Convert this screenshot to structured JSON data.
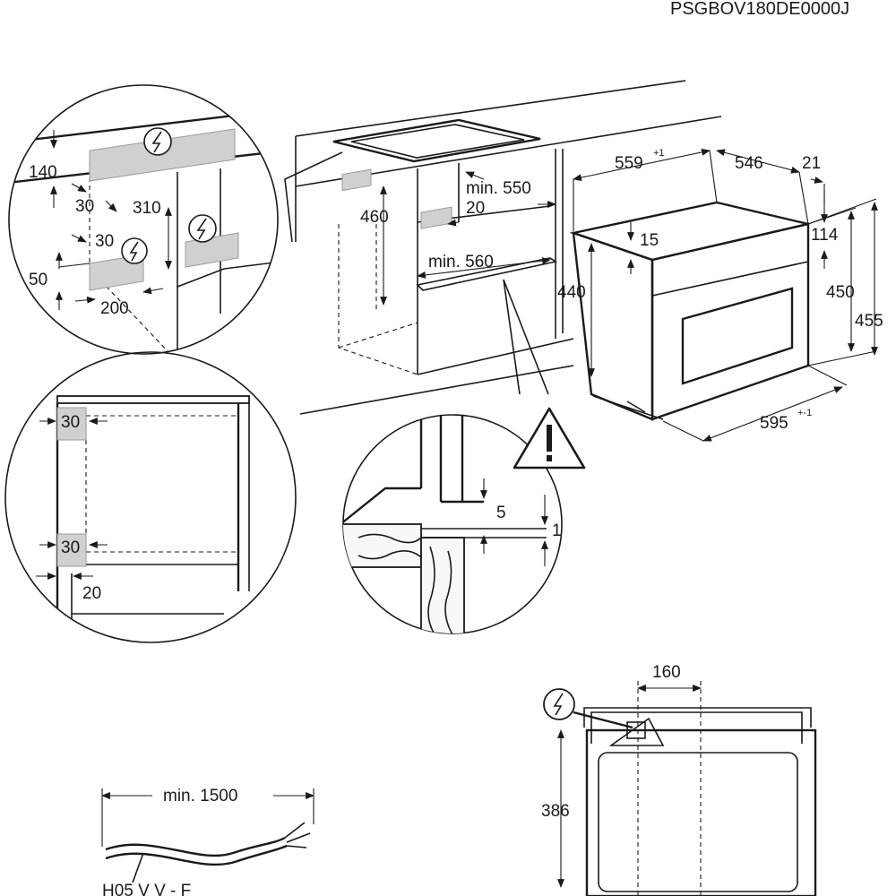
{
  "doc_code": "PSGBOV180DE0000J",
  "dimensions": {
    "d140": "140",
    "d30a": "30",
    "d310": "310",
    "d30b": "30",
    "d50": "50",
    "d200": "200",
    "d460": "460",
    "min550": "min. 550",
    "d20": "20",
    "min560": "min. 560",
    "d559": "559",
    "d559_tol": "+1",
    "d546": "546",
    "d21": "21",
    "d114": "114",
    "d15": "15",
    "d440": "440",
    "d450": "450",
    "d455": "455",
    "d595": "595",
    "d595_tol": "+-1",
    "side_30_top": "30",
    "side_30_bottom": "30",
    "side_20": "20",
    "detail_5": "5",
    "detail_1": "1",
    "d160": "160",
    "d386": "386",
    "min1500": "min. 1500"
  },
  "cable_type": "H05 V V - F",
  "icons": {
    "electric": "electric-connection-icon",
    "warning": "warning-triangle-icon"
  }
}
